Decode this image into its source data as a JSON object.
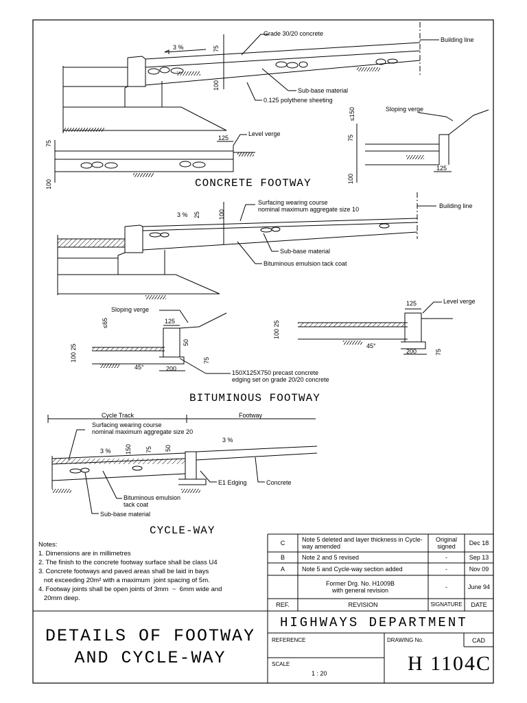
{
  "sections": {
    "concrete": {
      "title": "CONCRETE FOOTWAY",
      "labels": {
        "concrete_grade": "Grade 30/20 concrete",
        "building_line": "Building line",
        "fall": "3 %",
        "dim_75": "75",
        "dim_100": "100",
        "sub_base": "Sub-base material",
        "polythene": "0.125 polythene sheeting",
        "level_verge": "Level verge",
        "level_dim_125": "125",
        "level_dim_75": "75",
        "level_dim_100": "100",
        "sloping_verge": "Sloping verge",
        "slope_dim_150": "≤150",
        "slope_dim_75": "75",
        "slope_dim_100": "100",
        "slope_dim_125": "125"
      }
    },
    "bituminous": {
      "title": "BITUMINOUS FOOTWAY",
      "labels": {
        "surfacing_1": "Surfacing wearing course",
        "surfacing_2": "nominal maximum  aggregate size 10",
        "building_line": "Building line",
        "fall": "3 %",
        "dim_25": "25",
        "dim_100": "100",
        "sub_base": "Sub-base material",
        "tack_coat": "Bituminous emulsion tack coat",
        "sloping_verge": "Sloping verge",
        "dim_125a": "125",
        "dim_65": "≤65",
        "dim_50": "50",
        "dim_75": "75",
        "dim_100_25": "100  25",
        "angle": "45°",
        "dim_200": "200",
        "edging_1": "150X125X750 precast concrete",
        "edging_2": "edging set on grade 20/20 concrete",
        "level_verge": "Level verge",
        "dim_125b": "125",
        "dim_100_25b": "100  25",
        "angle_b": "45°",
        "dim_200b": "200",
        "dim_75b": "75"
      }
    },
    "cycleway": {
      "title": "CYCLE-WAY",
      "labels": {
        "cycle_track": "Cycle Track",
        "footway": "Footway",
        "surfacing_1": "Surfacing wearing course",
        "surfacing_2": "nominal maximum  aggregate size 20",
        "fall_left": "3 %",
        "fall_right": "3 %",
        "dim_150": "150",
        "dim_75": "75",
        "dim_50": "50",
        "tack_1": "Bituminous emulsion",
        "tack_2": "tack coat",
        "sub_base": "Sub-base material",
        "edging": "E1 Edging",
        "concrete": "Concrete"
      }
    }
  },
  "notes": {
    "heading": "Notes:",
    "items": [
      "1. Dimensions are in millimetres",
      "2. The finish to the concrete footway surface shall be class U4",
      "3. Concrete footways and paved areas shall be laid in bays",
      "   not exceeding 20m² with a maximum  joint spacing of 5m.",
      "4. Footway joints shall be open joints of 3mm  ~  6mm wide and",
      "   20mm deep."
    ]
  },
  "revisions": {
    "rows": [
      {
        "ref": "C",
        "revision": "Note 5 deleted and layer thickness in Cycle-way amended",
        "signature": "Original signed",
        "date": "Dec 18"
      },
      {
        "ref": "B",
        "revision": "Note 2 and 5 revised",
        "signature": "-",
        "date": "Sep 13"
      },
      {
        "ref": "A",
        "revision": "Note 5 and Cycle-way section added",
        "signature": "-",
        "date": "Nov 09"
      },
      {
        "ref": "",
        "revision": "Former Drg. No. H1009B with general revision",
        "signature": "-",
        "date": "June 94"
      }
    ],
    "header": {
      "ref": "REF.",
      "revision": "REVISION",
      "signature": "SIGNATURE",
      "date": "DATE"
    }
  },
  "title_block": {
    "title_line1": "DETAILS OF FOOTWAY",
    "title_line2": "AND CYCLE-WAY",
    "department": "HIGHWAYS DEPARTMENT",
    "reference_label": "REFERENCE",
    "drawing_no_label": "DRAWING No.",
    "cad": "CAD",
    "scale_label": "SCALE",
    "scale_value": "1 : 20",
    "drawing_no": "H  1104C"
  }
}
